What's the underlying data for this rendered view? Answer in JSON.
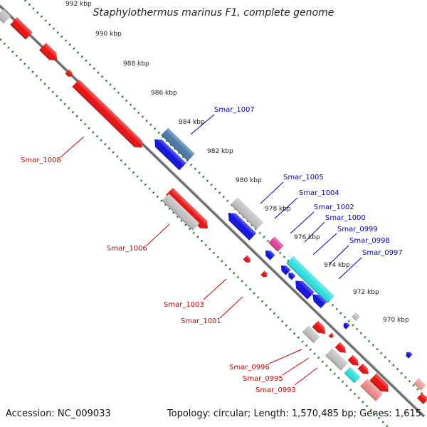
{
  "title": "Staphylothermus marinus F1, complete genome",
  "footer": {
    "accession": "Accession: NC_009033",
    "stats": "Topology: circular; Length: 1,570,485 bp; Genes: 1,615"
  },
  "colors": {
    "forward_gene": "#e81010",
    "reverse_gene": "#1010e0",
    "other_gene": "#c0c0c0",
    "rna_gene": "#30e0e0",
    "pink_gene": "#e040a0",
    "backbone": "#777777",
    "tick_dots": "#208020",
    "forward_label": "#cc0000",
    "reverse_label": "#0000bb"
  },
  "ticks": [
    "992 kbp",
    "990 kbp",
    "988 kbp",
    "986 kbp",
    "984 kbp",
    "982 kbp",
    "980 kbp",
    "978 kbp",
    "976 kbp",
    "974 kbp",
    "972 kbp",
    "970 kbp"
  ],
  "gene_labels": {
    "reverse": [
      "Smar_1007",
      "Smar_1005",
      "Smar_1004",
      "Smar_1002",
      "Smar_1000",
      "Smar_0999",
      "Smar_0998",
      "Smar_0997"
    ],
    "forward": [
      "Smar_1008",
      "Smar_1006",
      "Smar_1003",
      "Smar_1001",
      "Smar_0996",
      "Smar_0995",
      "Smar_0993"
    ]
  }
}
